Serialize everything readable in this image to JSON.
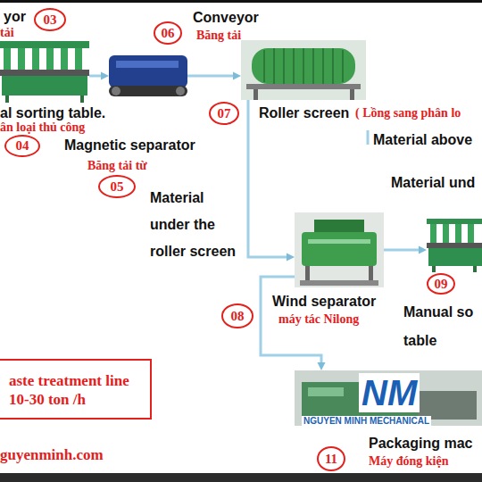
{
  "diagram": {
    "nodes": [
      {
        "text": [
          "03"
        ]
      },
      {
        "text": [
          "al sorting table.",
          "ân loại thủ công"
        ]
      },
      {
        "text": [
          "04"
        ]
      },
      {
        "text": [
          "Magnetic separator",
          "Băng tải từ"
        ]
      },
      {
        "text": [
          "05"
        ]
      },
      {
        "text": [
          "06"
        ]
      },
      {
        "text": [
          "Roller screen",
          "( Lồng sang phân lo"
        ]
      },
      {
        "text": [
          "07"
        ]
      },
      {
        "text": [
          "Wind separator",
          "máy tác Nilong"
        ]
      },
      {
        "text": [
          "08"
        ]
      },
      {
        "text": [
          "Manual so table"
        ]
      },
      {
        "text": [
          "09"
        ]
      },
      {
        "text": [
          "aste treatment line 10-30 ton /h"
        ]
      },
      {
        "text": [
          "Packaging mac",
          "Máy đóng kiện"
        ]
      },
      {
        "text": [
          "11"
        ]
      }
    ],
    "edges": [
      {
        "from": 1,
        "to": 3,
        "arrow": "to"
      },
      {
        "from": 3,
        "to": 6,
        "arrow": "to"
      },
      {
        "from": 6,
        "to": 8,
        "arrow": "to"
      },
      {
        "from": 8,
        "to": 10,
        "arrow": "to"
      },
      {
        "from": 8,
        "to": 13,
        "arrow": "to"
      }
    ],
    "labels": [
      "yor",
      "tải",
      "Conveyor",
      "Băng tải",
      "Material above",
      "Material und",
      "Material under the roller screen",
      "NM",
      "NGUYEN MINH MECHANICAL",
      "guyenminh.com"
    ]
  }
}
